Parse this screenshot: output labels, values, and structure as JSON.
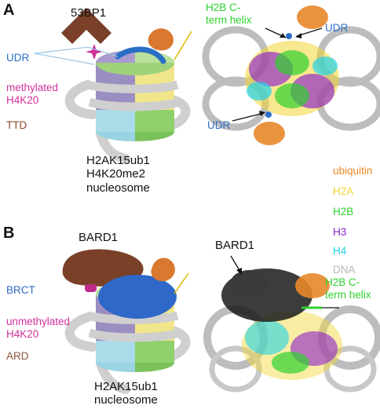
{
  "panel_a": {
    "letter": "A",
    "reader_label": "53BP1",
    "udr_label": "UDR",
    "methyl_label": "methylated\nH4K20",
    "ttd_label": "TTD",
    "complex_label": "H2AK15ub1\nH4K20me2\nnucleosome",
    "helix_label": "H2B C-\nterm helix",
    "udr_top": "UDR",
    "udr_bottom": "UDR"
  },
  "panel_b": {
    "letter": "B",
    "reader_label": "BARD1",
    "brct_label": "BRCT",
    "unmethyl_label": "unmethylated\nH4K20",
    "ard_label": "ARD",
    "complex_label": "H2AK15ub1\nnucleosome",
    "struct_label": "BARD1",
    "helix_label": "H2B C-\nterm helix"
  },
  "legend": {
    "items": [
      {
        "label": "ubiquitin",
        "color": "#e8872a"
      },
      {
        "label": "H2A",
        "color": "#f2d633"
      },
      {
        "label": "H2B",
        "color": "#2fd12f"
      },
      {
        "label": "H3",
        "color": "#8a22c9"
      },
      {
        "label": "H4",
        "color": "#22d3e8"
      },
      {
        "label": "DNA",
        "color": "#b9b9b9"
      }
    ]
  },
  "colors": {
    "udr": "#2a6fc4",
    "methyl": "#d1329a",
    "ttd": "#8b4a2b",
    "reader_brown": "#7a4028",
    "brct_blue": "#2f68c8",
    "ard_brown": "#8a5a3a",
    "helix_green": "#2fd12f",
    "ubiquitin_orange": "#d9782e"
  }
}
